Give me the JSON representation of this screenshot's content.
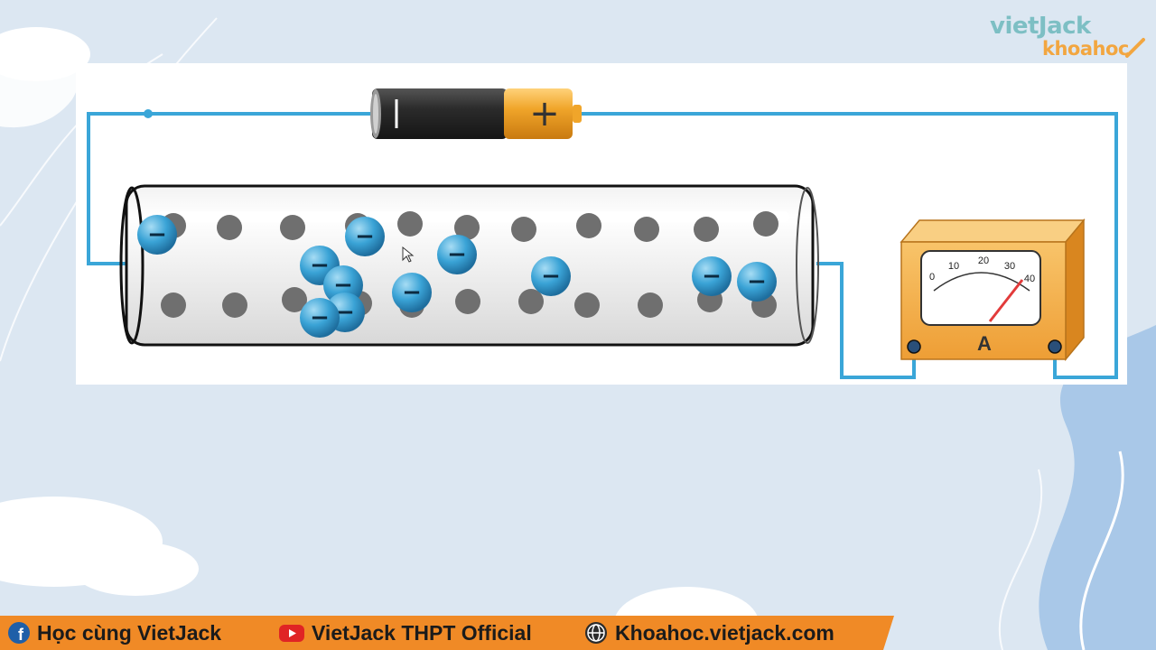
{
  "branding": {
    "logo_top": "vietJack",
    "logo_bottom": "khoahoc"
  },
  "ammeter": {
    "unit_label": "A",
    "scale_labels": [
      "0",
      "10",
      "20",
      "30",
      "40"
    ]
  },
  "battery": {
    "positive_symbol": "+"
  },
  "electron": {
    "symbol": "−"
  },
  "footer": {
    "facebook_text": "Học cùng VietJack",
    "youtube_text": "VietJack THPT Official",
    "website_text": "Khoahoc.vietjack.com"
  },
  "colors": {
    "wire": "#3aa6d8",
    "battery_body": "#2b2b2b",
    "battery_cap": "#f0a52a",
    "electron": "#3aa3d6",
    "ion": "#6f6f6f",
    "ammeter_body": "#f4b04d",
    "needle": "#e23b3b",
    "footer_bg": "#f08a26"
  }
}
